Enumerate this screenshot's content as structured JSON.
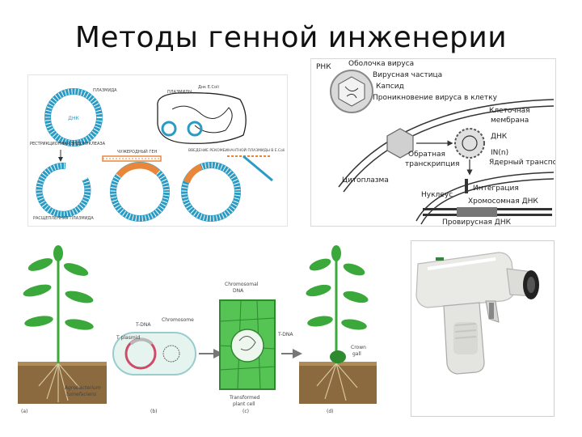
{
  "slide": {
    "title": "Методы генной инженерии"
  },
  "plasmid_panel": {
    "labels": {
      "plasmid": "ПЛАЗМИДА",
      "plasmids": "ПЛАЗМИДЫ",
      "dna_ecoli": "Днк  E.Coli",
      "restriction_enzyme": "РЕСТРИКЦИОННАЯ ЭНДОНУКЛЕАЗА",
      "foreign_gene": "ЧУЖЕРОДНЫЙ ГЕН",
      "insertion": "ВВЕДЕНИЕ РЕКОМБИНАНТНОЙ ПЛАЗМИДЫ В E.Coli",
      "cut_plasmid": "РАСЩЕПЛЕННАЯ ПЛАЗМИДА"
    },
    "colors": {
      "plasmid": "#2a9bc4",
      "gene": "#e8863a"
    }
  },
  "virus_panel": {
    "labels": {
      "rna": "РНК",
      "envelope": "Оболочка вируса",
      "particle": "Вирусная частица",
      "capsid": "Капсид",
      "entry": "Проникновение вируса в клетку",
      "membrane_1": "Клеточная",
      "membrane_2": "мембрана",
      "dna": "ДНК",
      "reverse_1": "Обратная",
      "reverse_2": "транскрипция",
      "in": "IN(n)",
      "nuclear_transport": "Ядерный транспорт",
      "cytoplasm": "Цитоплазма",
      "nucleus": "Нуклеус",
      "integration": "Интеграция",
      "chromosomal": "Хромосомная ДНК",
      "provirus": "Провирусная ДНК"
    }
  },
  "plant_panel": {
    "labels": {
      "chromosomal_dna_1": "Chromosomal",
      "chromosomal_dna_2": "DNA",
      "chromosome": "Chromosome",
      "t_dna": "T-DNA",
      "t_plasmid": "T  plasmid",
      "t_dna_right": "T-DNA",
      "crown_1": "Crown",
      "crown_2": "gall",
      "agro_1": "Agrobacterium",
      "agro_2": "tumefaciens",
      "cell_1": "Transformed",
      "cell_2": "plant cell",
      "a": "(a)",
      "b": "(b)",
      "c": "(c)",
      "d": "(d)"
    },
    "colors": {
      "leaf": "#3aa83a",
      "soil": "#8a6a3e",
      "cell": "#55c455"
    }
  },
  "device_panel": {
    "colors": {
      "body": "#e9e9e6",
      "accent": "#2e8a3a"
    }
  }
}
